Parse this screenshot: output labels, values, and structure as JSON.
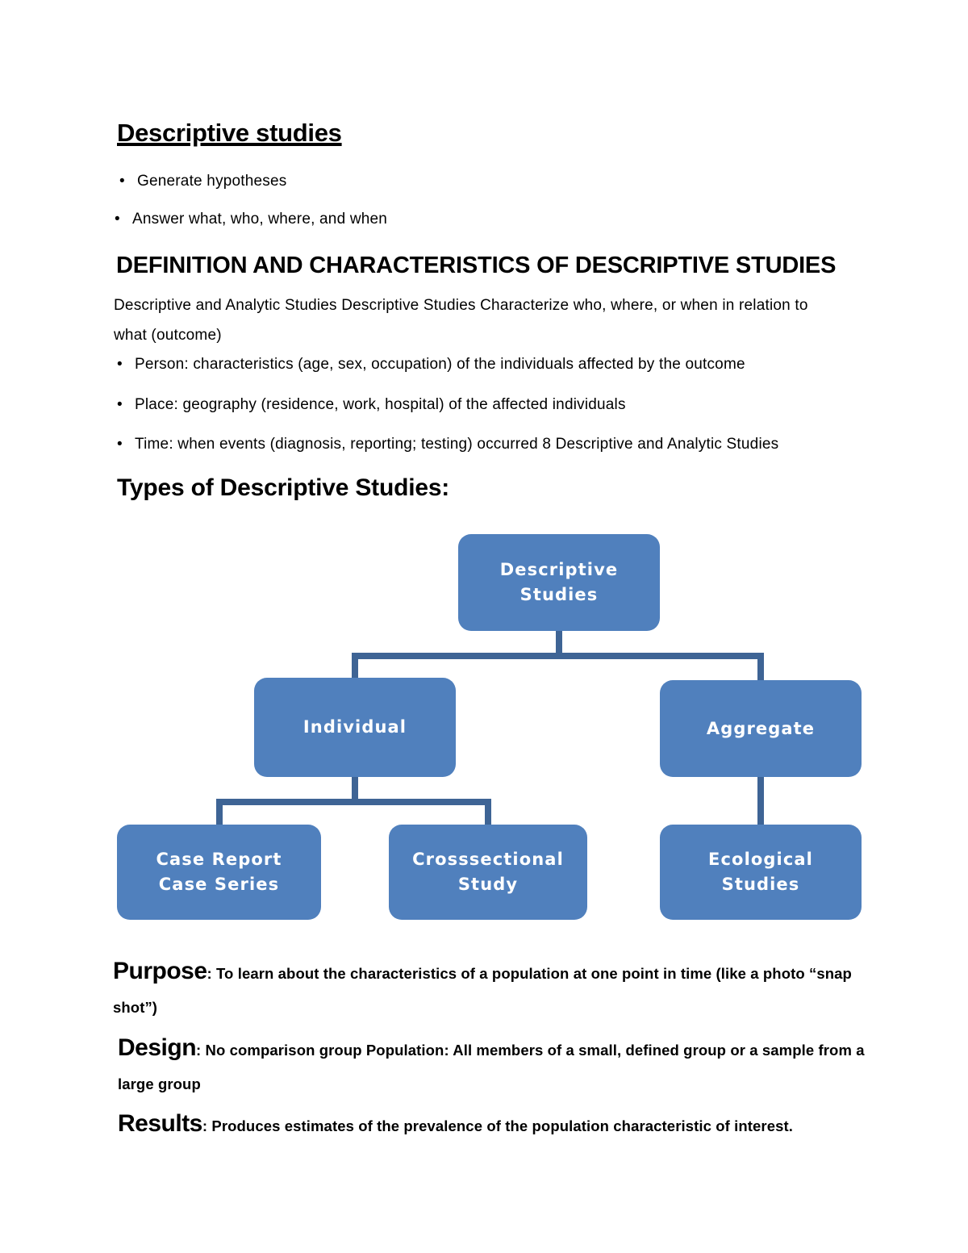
{
  "ui": {
    "bullet": "•"
  },
  "doc": {
    "title": "Descriptive studies",
    "intro_bullets": [
      "Generate hypotheses",
      "Answer what, who, where, and when"
    ],
    "definition_heading": "DEFINITION AND CHARACTERISTICS OF DESCRIPTIVE STUDIES",
    "definition_paragraph": "Descriptive and Analytic Studies Descriptive Studies Characterize who, where, or when in relation to what (outcome)",
    "definition_bullets": [
      "Person: characteristics (age, sex, occupation) of the individuals affected by the outcome",
      "Place: geography (residence, work, hospital) of the affected individuals",
      "Time: when events (diagnosis, reporting; testing) occurred 8 Descriptive and Analytic Studies"
    ],
    "types_heading": "Types of Descriptive Studies:",
    "sections": [
      {
        "lead": "Purpose",
        "text": ": To learn about the characteristics of a population at one point in time (like a photo “snap shot”)"
      },
      {
        "lead": "Design",
        "text": ": No comparison group Population: All members of a small, defined group or a sample from a large group"
      },
      {
        "lead": "Results",
        "text": ": Produces estimates of the prevalence of the population characteristic of interest."
      }
    ]
  },
  "diagram": {
    "type": "tree",
    "colors": {
      "node_fill": "#5080BD",
      "connector": "#3E6495",
      "node_text": "#FFFFFF"
    },
    "nodes": [
      {
        "id": "descriptive-studies",
        "lines": [
          "Descriptive",
          "Studies"
        ]
      },
      {
        "id": "individual",
        "lines": [
          "Individual"
        ]
      },
      {
        "id": "aggregate",
        "lines": [
          "Aggregate"
        ]
      },
      {
        "id": "case-report-case-series",
        "lines": [
          "Case Report",
          "Case Series"
        ]
      },
      {
        "id": "crosssectional-study",
        "lines": [
          "Crosssectional",
          "Study"
        ]
      },
      {
        "id": "ecological-studies",
        "lines": [
          "Ecological",
          "Studies"
        ]
      }
    ],
    "edges": [
      {
        "from": "descriptive-studies",
        "to": "individual"
      },
      {
        "from": "descriptive-studies",
        "to": "aggregate"
      },
      {
        "from": "individual",
        "to": "case-report-case-series"
      },
      {
        "from": "individual",
        "to": "crosssectional-study"
      },
      {
        "from": "aggregate",
        "to": "ecological-studies"
      }
    ]
  }
}
